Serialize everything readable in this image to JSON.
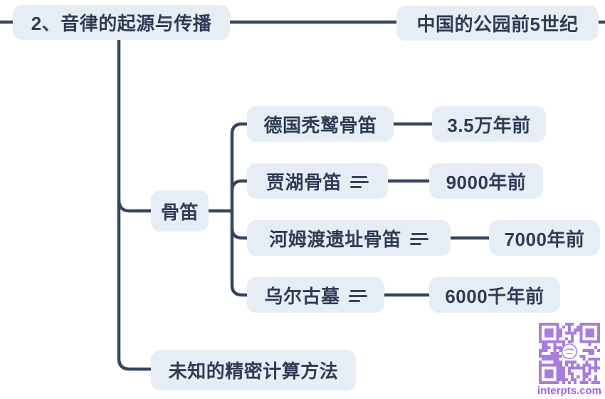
{
  "diagram": {
    "root": {
      "label": "2、音律的起源与传播"
    },
    "era": {
      "label": "中国的公园前5世纪"
    },
    "branches": {
      "gudi": {
        "label": "骨笛",
        "children": [
          {
            "name": "德国秃鹫骨笛",
            "value": "3.5万年前"
          },
          {
            "name": "贾湖骨笛",
            "value": "9000年前"
          },
          {
            "name": "河姆渡遗址骨笛",
            "value": "7000年前"
          },
          {
            "name": "乌尔古墓",
            "value": "6000千年前"
          }
        ]
      },
      "method": {
        "label": "未知的精密计算方法"
      }
    },
    "watermark": {
      "caption": "interpts.com"
    },
    "colors": {
      "node_fill": "#e7edf5",
      "text": "#2e3c55",
      "line": "#36455e",
      "qr": "#a97ce0",
      "caption": "#a661e8"
    }
  }
}
